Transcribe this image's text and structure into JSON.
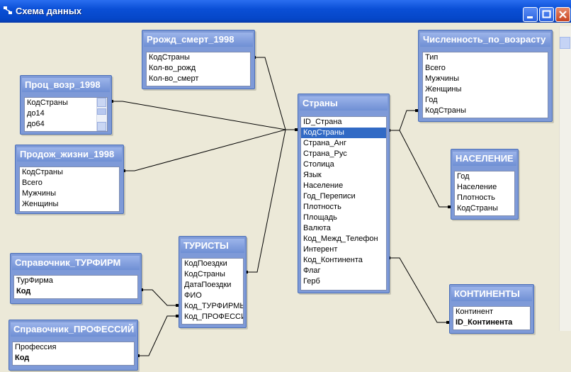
{
  "window": {
    "title": "Схема данных"
  },
  "tables": {
    "rozhd": {
      "title": "Ррожд_смерт_1998",
      "fields": [
        "КодСтраны",
        "Кол-во_рожд",
        "Кол-во_смерт"
      ]
    },
    "proc": {
      "title": "Проц_возр_1998",
      "fields": [
        "КодСтраны",
        "до14",
        "до64"
      ]
    },
    "prod": {
      "title": "Продож_жизни_1998",
      "fields": [
        "КодСтраны",
        "Всего",
        "Мужчины",
        "Женщины"
      ]
    },
    "chisl": {
      "title": "Численность_по_возрасту",
      "fields": [
        "Тип",
        "Всего",
        "Мужчины",
        "Женщины",
        "Год",
        "КодСтраны"
      ]
    },
    "strany": {
      "title": "Страны",
      "fields": [
        "ID_Страна",
        "КодСтраны",
        "Страна_Анг",
        "Страна_Рус",
        "Столица",
        "Язык",
        "Население",
        "Год_Переписи",
        "Плотность",
        "Площадь",
        "Валюта",
        "Код_Межд_Телефон",
        "Интерент",
        "Код_Континента",
        "Флаг",
        "Герб"
      ],
      "selected": "КодСтраны"
    },
    "naselenie": {
      "title": "НАСЕЛЕНИЕ",
      "fields": [
        "Год",
        "Население",
        "Плотность",
        "КодСтраны"
      ]
    },
    "turisty": {
      "title": "ТУРИСТЫ",
      "fields": [
        "КодПоездки",
        "КодСтраны",
        "ДатаПоездки",
        "ФИО",
        "Код_ТУРФИРМЫ",
        "Код_ПРОФЕССИ"
      ]
    },
    "turfirm": {
      "title": "Справочник_ТУРФИРМ",
      "fields": [
        "ТурФирма",
        "Код"
      ],
      "bold": "Код"
    },
    "prof": {
      "title": "Справочник_ПРОФЕССИЙ",
      "fields": [
        "Профессия",
        "Код"
      ],
      "bold": "Код"
    },
    "kontinenty": {
      "title": "КОНТИНЕНТЫ",
      "fields": [
        "Континент",
        "ID_Континента"
      ],
      "bold": "ID_Континента"
    }
  }
}
